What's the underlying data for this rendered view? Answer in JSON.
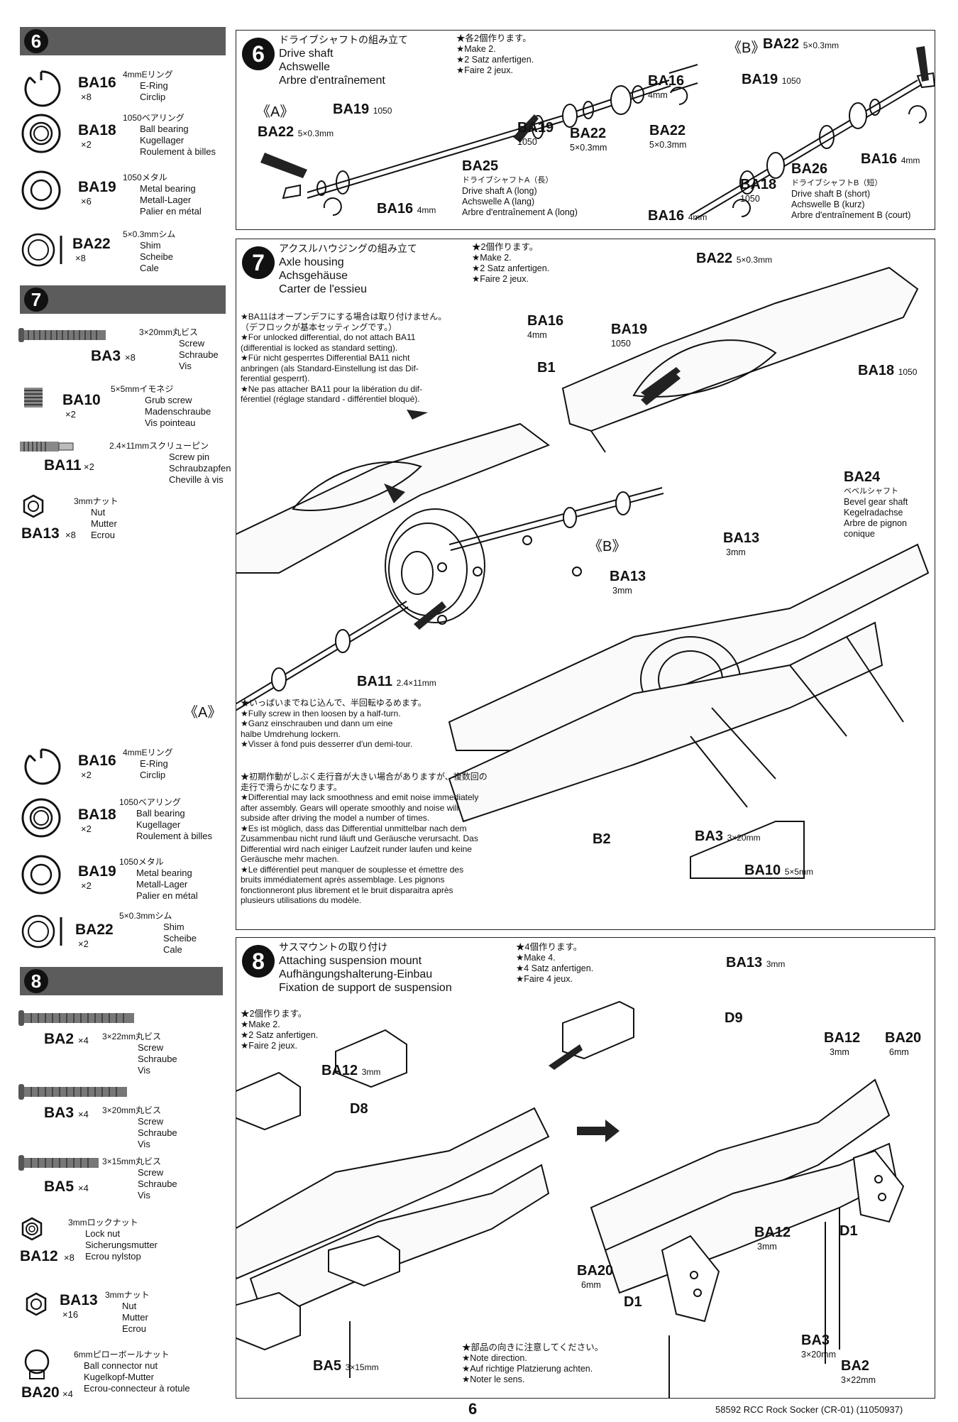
{
  "sidebar": {
    "step6": {
      "number": "6",
      "parts": [
        {
          "code": "BA16",
          "qty": "×8",
          "names": [
            "4mmEリング",
            "E-Ring",
            "Circlip"
          ]
        },
        {
          "code": "BA18",
          "qty": "×2",
          "names": [
            "1050ベアリング",
            "Ball bearing",
            "Kugellager",
            "Roulement à billes"
          ]
        },
        {
          "code": "BA19",
          "qty": "×6",
          "names": [
            "1050メタル",
            "Metal bearing",
            "Metall-Lager",
            "Palier en métal"
          ]
        },
        {
          "code": "BA22",
          "qty": "×8",
          "names": [
            "5×0.3mmシム",
            "Shim",
            "Scheibe",
            "Cale"
          ]
        }
      ]
    },
    "step7": {
      "number": "7",
      "parts": [
        {
          "code": "BA3",
          "qty": "×8",
          "names": [
            "3×20mm丸ビス",
            "Screw",
            "Schraube",
            "Vis"
          ]
        },
        {
          "code": "BA10",
          "qty": "×2",
          "names": [
            "5×5mmイモネジ",
            "Grub screw",
            "Madenschraube",
            "Vis pointeau"
          ]
        },
        {
          "code": "BA11",
          "qty": "×2",
          "names": [
            "2.4×11mmスクリューピン",
            "Screw pin",
            "Schraubzapfen",
            "Cheville à vis"
          ]
        },
        {
          "code": "BA13",
          "qty": "×8",
          "names": [
            "3mmナット",
            "Nut",
            "Mutter",
            "Ecrou"
          ]
        }
      ],
      "parts_lower": [
        {
          "code": "BA16",
          "qty": "×2",
          "names": [
            "4mmEリング",
            "E-Ring",
            "Circlip"
          ]
        },
        {
          "code": "BA18",
          "qty": "×2",
          "names": [
            "1050ベアリング",
            "Ball bearing",
            "Kugellager",
            "Roulement à billes"
          ]
        },
        {
          "code": "BA19",
          "qty": "×2",
          "names": [
            "1050メタル",
            "Metal bearing",
            "Metall-Lager",
            "Palier en métal"
          ]
        },
        {
          "code": "BA22",
          "qty": "×2",
          "names": [
            "5×0.3mmシム",
            "Shim",
            "Scheibe",
            "Cale"
          ]
        }
      ]
    },
    "step8": {
      "number": "8",
      "parts": [
        {
          "code": "BA2",
          "qty": "×4",
          "names": [
            "3×22mm丸ビス",
            "Screw",
            "Schraube",
            "Vis"
          ]
        },
        {
          "code": "BA3",
          "qty": "×4",
          "names": [
            "3×20mm丸ビス",
            "Screw",
            "Schraube",
            "Vis"
          ]
        },
        {
          "code": "BA5",
          "qty": "×4",
          "names": [
            "3×15mm丸ビス",
            "Screw",
            "Schraube",
            "Vis"
          ]
        },
        {
          "code": "BA12",
          "qty": "×8",
          "names": [
            "3mmロックナット",
            "Lock nut",
            "Sicherungsmutter",
            "Ecrou nylstop"
          ]
        },
        {
          "code": "BA13",
          "qty": "×16",
          "names": [
            "3mmナット",
            "Nut",
            "Mutter",
            "Ecrou"
          ]
        },
        {
          "code": "BA20",
          "qty": "×4",
          "names": [
            "6mmピローボールナット",
            "Ball connector nut",
            "Kugelkopf-Mutter",
            "Ecrou-connecteur à rotule"
          ]
        }
      ]
    }
  },
  "step6": {
    "number": "6",
    "title": [
      "ドライブシャフトの組み立て",
      "Drive shaft",
      "Achswelle",
      "Arbre d'entraînement"
    ],
    "make": [
      "★各2個作ります。",
      "★Make 2.",
      "★2 Satz anfertigen.",
      "★Faire 2 jeux."
    ],
    "labelA": "《A》",
    "labelB": "《B》",
    "callouts": {
      "ba22_a": "BA22",
      "ba22_a_sub": "5×0.3mm",
      "ba19_a": "BA19",
      "ba19_a_sub": "1050",
      "ba16_a": "BA16",
      "ba16_a_sub": "4mm",
      "ba25": "BA25",
      "ba25_sub": [
        "ドライブシャフトA（長）",
        "Drive shaft A (long)",
        "Achswelle A (lang)",
        "Arbre d'entraînement A (long)"
      ],
      "ba19_mid": "BA19",
      "ba19_mid_sub": "1050",
      "ba22_mid": "BA22",
      "ba22_mid_sub": "5×0.3mm",
      "ba16_top": "BA16",
      "ba16_top_sub": "4mm",
      "ba22_b_top": "BA22",
      "ba22_b_top_sub": "5×0.3mm",
      "ba19_b": "BA19",
      "ba19_b_sub": "1050",
      "ba22_b_left": "BA22",
      "ba22_b_left_sub": "5×0.3mm",
      "ba18_b": "BA18",
      "ba18_b_sub": "1050",
      "ba16_b_right": "BA16",
      "ba16_b_right_sub": "4mm",
      "ba16_b_bottom": "BA16",
      "ba16_b_bottom_sub": "4mm",
      "ba26": "BA26",
      "ba26_sub": [
        "ドライブシャフトB（短）",
        "Drive shaft B (short)",
        "Achswelle B (kurz)",
        "Arbre d'entraînement B (court)"
      ]
    }
  },
  "step7": {
    "number": "7",
    "title": [
      "アクスルハウジングの組み立て",
      "Axle housing",
      "Achsgehäuse",
      "Carter de l'essieu"
    ],
    "make": [
      "★2個作ります。",
      "★Make 2.",
      "★2 Satz anfertigen.",
      "★Faire 2 jeux."
    ],
    "note_diff": [
      "★BA11はオープンデフにする場合は取り付けません。",
      "（デフロックが基本セッティングです。）",
      "★For unlocked differential, do not attach BA11",
      "(differential is locked as standard setting).",
      "★Für nicht gesperrtes Differential BA11 nicht",
      "anbringen (als Standard-Einstellung ist das Dif-",
      "ferential gesperrt).",
      "★Ne pas attacher BA11 pour la libération du dif-",
      "férentiel (réglage standard - différentiel bloqué)."
    ],
    "note_screw": [
      "★いっぱいまでねじ込んで、半回転ゆるめます。",
      "★Fully screw in then loosen by a half-turn.",
      "★Ganz einschrauben und dann um eine",
      "halbe Umdrehung lockern.",
      "★Visser à fond puis desserrer d'un demi-tour."
    ],
    "note_noise": [
      "★初期作動がしぶく走行音が大きい場合がありますが、複数回の",
      "走行で滑らかになります。",
      "★Differential may lack smoothness and emit noise immediately",
      "after assembly. Gears will operate smoothly and noise will",
      "subside after driving the model a number of times.",
      "★Es ist möglich, dass das Differential unmittelbar nach dem",
      "Zusammenbau nicht rund läuft und Geräusche verursacht. Das",
      "Differential wird nach einiger Laufzeit runder laufen und keine",
      "Geräusche mehr machen.",
      "★Le différentiel peut manquer de souplesse et émettre des",
      "bruits immédiatement après assemblage. Les pignons",
      "fonctionneront plus librement et le bruit disparaitra après",
      "plusieurs utilisations du modèle."
    ],
    "callouts": {
      "ba22": "BA22",
      "ba22_sub": "5×0.3mm",
      "ba16": "BA16",
      "ba16_sub": "4mm",
      "ba19": "BA19",
      "ba19_sub": "1050",
      "b1": "B1",
      "ba18": "BA18",
      "ba18_sub": "1050",
      "ba24": "BA24",
      "ba24_sub": [
        "ベベルシャフト",
        "Bevel gear shaft",
        "Kegelradachse",
        "Arbre de pignon",
        "conique"
      ],
      "labelB": "《B》",
      "labelA": "《A》",
      "ba13_top": "BA13",
      "ba13_top_sub": "3mm",
      "ba13_left": "BA13",
      "ba13_left_sub": "3mm",
      "ba11": "BA11",
      "ba11_sub": "2.4×11mm",
      "b2": "B2",
      "ba3": "BA3",
      "ba3_sub": "3×20mm",
      "ba10": "BA10",
      "ba10_sub": "5×5mm"
    }
  },
  "step8": {
    "number": "8",
    "title": [
      "サスマウントの取り付け",
      "Attaching suspension mount",
      "Aufhängungshalterung-Einbau",
      "Fixation de support de suspension"
    ],
    "make2": [
      "★2個作ります。",
      "★Make 2.",
      "★2 Satz anfertigen.",
      "★Faire 2 jeux."
    ],
    "make4": [
      "★4個作ります。",
      "★Make 4.",
      "★4 Satz anfertigen.",
      "★Faire 4 jeux."
    ],
    "note_dir": [
      "★部品の向きに注意してください。",
      "★Note direction.",
      "★Auf richtige Platzierung achten.",
      "★Noter le sens."
    ],
    "callouts": {
      "ba13": "BA13",
      "ba13_sub": "3mm",
      "d9": "D9",
      "ba12_top": "BA12",
      "ba12_top_sub": "3mm",
      "d8": "D8",
      "ba12_r": "BA12",
      "ba12_r_sub": "3mm",
      "ba20_r": "BA20",
      "ba20_r_sub": "6mm",
      "ba12_mid": "BA12",
      "ba12_mid_sub": "3mm",
      "ba20_l": "BA20",
      "ba20_l_sub": "6mm",
      "d1_r": "D1",
      "d1_l": "D1",
      "ba3": "BA3",
      "ba3_sub": "3×20mm",
      "ba2": "BA2",
      "ba2_sub": "3×22mm",
      "ba5": "BA5",
      "ba5_sub": "3×15mm"
    }
  },
  "footer": {
    "page": "6",
    "code": "58592 RCC Rock Socker (CR-01) (11050937)"
  }
}
